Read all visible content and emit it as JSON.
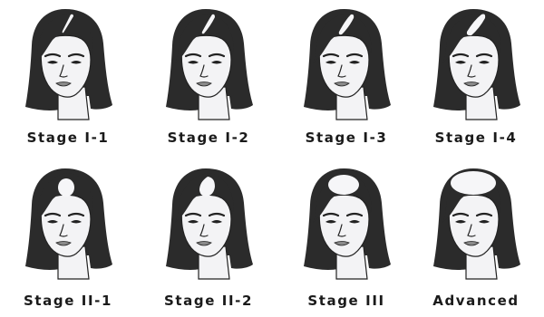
{
  "stages": [
    {
      "label": "Stage I-1",
      "pattern": "part-thin"
    },
    {
      "label": "Stage I-2",
      "pattern": "part-medium"
    },
    {
      "label": "Stage I-3",
      "pattern": "part-wide"
    },
    {
      "label": "Stage I-4",
      "pattern": "part-wider"
    },
    {
      "label": "Stage II-1",
      "pattern": "crown-small"
    },
    {
      "label": "Stage II-2",
      "pattern": "crown-leaf"
    },
    {
      "label": "Stage III",
      "pattern": "crown-large"
    },
    {
      "label": "Advanced",
      "pattern": "crown-full"
    }
  ],
  "colors": {
    "hair": "#2b2b2b",
    "skin": "#f3f3f5",
    "scalp": "#f6f6f8",
    "line": "#222222",
    "label": "#1a1a1a"
  }
}
